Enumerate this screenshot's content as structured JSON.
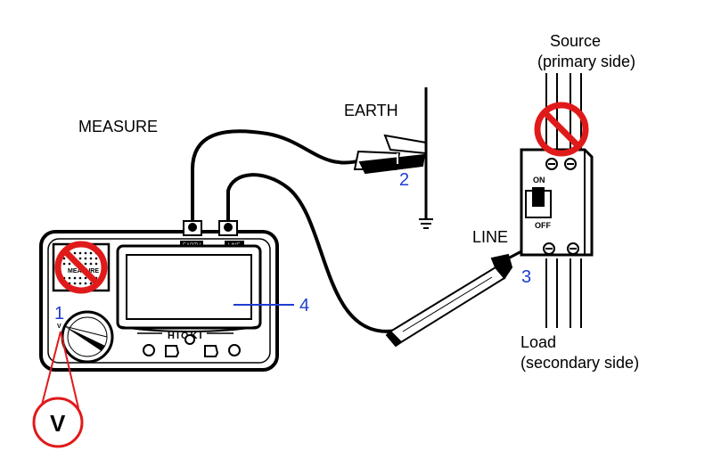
{
  "labels": {
    "measure": "MEASURE",
    "earth": "EARTH",
    "line": "LINE",
    "source_line1": "Source",
    "source_line2": "(primary side)",
    "load_line1": "Load",
    "load_line2": "(secondary side)"
  },
  "callouts": {
    "n1": "1",
    "n2": "2",
    "n3": "3",
    "n4": "4"
  },
  "meter": {
    "brand": "HIOKI",
    "button_label": "MEASURE",
    "terminal_earth": "EARTH",
    "terminal_line": "LINE",
    "dial_mark": "V"
  },
  "breaker": {
    "on_label": "ON",
    "off_label": "OFF"
  },
  "zoom": {
    "symbol": "V"
  },
  "colors": {
    "prohibit": "#e01a1a",
    "callout": "#1f3ccf",
    "ink": "#000000"
  }
}
